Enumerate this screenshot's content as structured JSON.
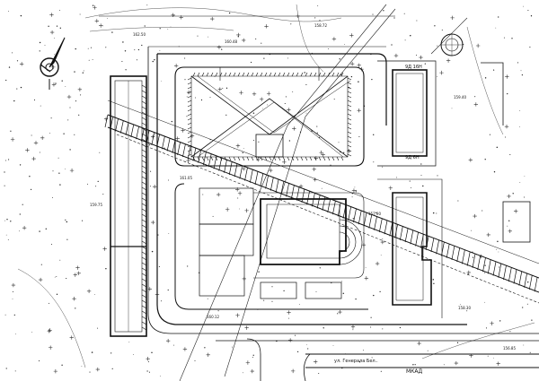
{
  "plan": {
    "building_labels": [
      "9Д 16Н",
      "9Д 6Н"
    ],
    "road_labels": [
      "МКАД",
      "ул. Генерала Бел.."
    ],
    "elevation_labels": [
      "162.50",
      "160.48",
      "158.72",
      "159.40",
      "161.05",
      "157.90",
      "160.12",
      "158.30",
      "156.85",
      "159.75"
    ]
  },
  "colors": {
    "ink": "#1a1a1a",
    "paper": "#ffffff"
  }
}
